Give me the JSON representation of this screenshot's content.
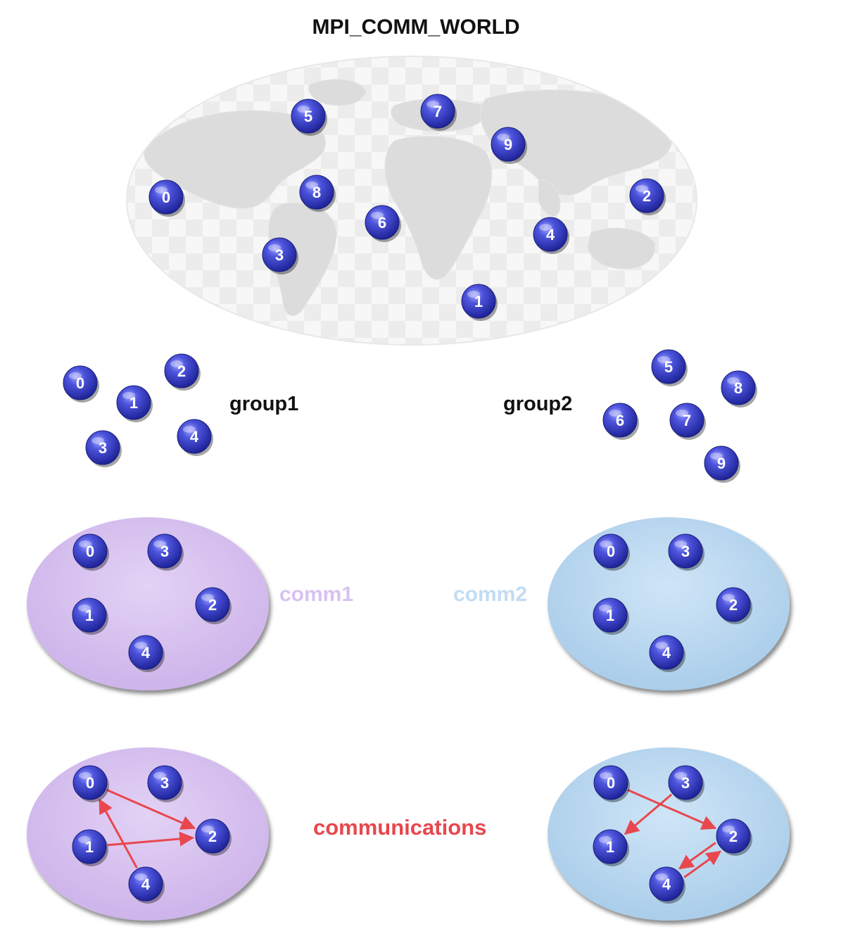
{
  "title": "MPI_COMM_WORLD",
  "group1_label": "group1",
  "group2_label": "group2",
  "comm1_label": "comm1",
  "comm2_label": "comm2",
  "communications_label": "communications",
  "colors": {
    "node": "#3f45c9",
    "comm1_fill": "#dac6f0",
    "comm2_fill": "#bddcf2",
    "arrow": "#e8474e",
    "map_land": "#d9d9d9"
  },
  "world_nodes": [
    "5",
    "7",
    "9",
    "0",
    "8",
    "2",
    "6",
    "4",
    "3",
    "1"
  ],
  "group1_nodes": [
    "0",
    "2",
    "1",
    "3",
    "4"
  ],
  "group2_nodes": [
    "5",
    "8",
    "6",
    "7",
    "9"
  ],
  "comm1_nodes": [
    "0",
    "3",
    "1",
    "2",
    "4"
  ],
  "comm2_nodes": [
    "0",
    "3",
    "1",
    "2",
    "4"
  ],
  "comm1_comm_nodes": [
    "0",
    "3",
    "1",
    "2",
    "4"
  ],
  "comm2_comm_nodes": [
    "0",
    "3",
    "1",
    "2",
    "4"
  ],
  "comm1_edges": [
    [
      "0",
      "2"
    ],
    [
      "1",
      "2"
    ],
    [
      "4",
      "0"
    ]
  ],
  "comm2_edges": [
    [
      "0",
      "2"
    ],
    [
      "3",
      "1"
    ],
    [
      "2",
      "4"
    ],
    [
      "4",
      "2"
    ]
  ]
}
